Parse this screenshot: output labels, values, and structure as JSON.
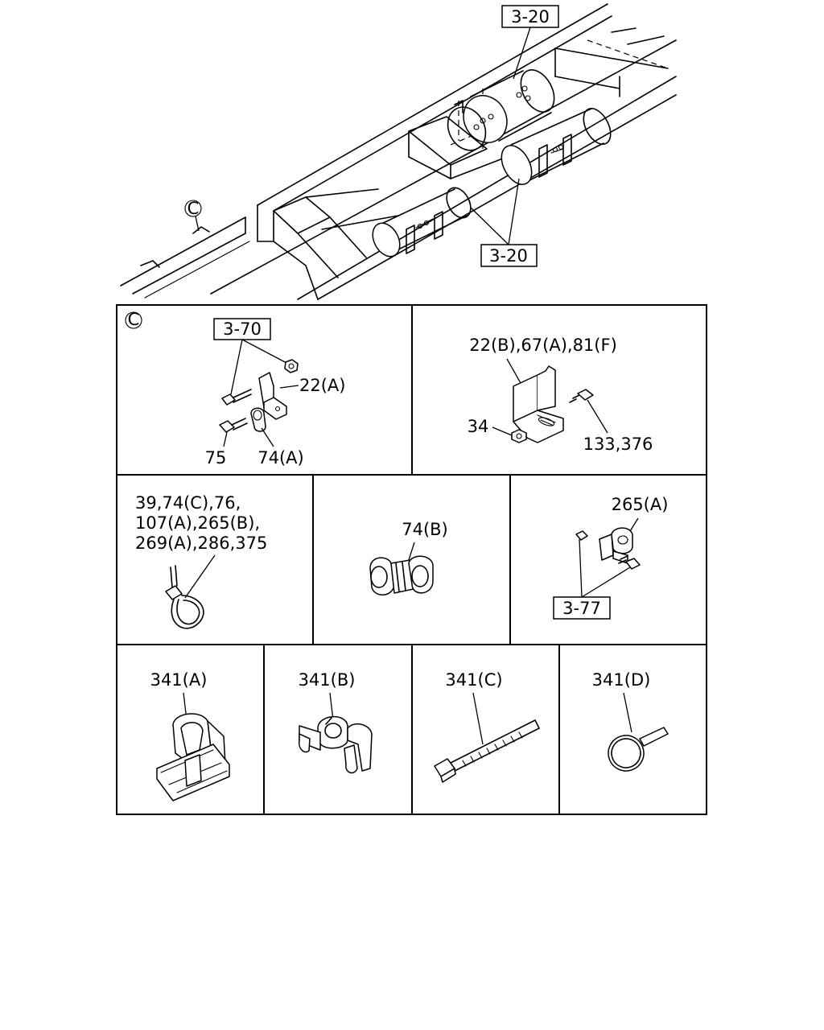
{
  "overview": {
    "callout_c": "C",
    "ref_top": "3-20",
    "ref_bottom": "3-20"
  },
  "panel_c": {
    "marker": "C",
    "ref_box": "3-70",
    "label_bracket": "22(A)",
    "label_bolt": "75",
    "label_clip": "74(A)"
  },
  "panel_bracket": {
    "label_bracket": "22(B),67(A),81(F)",
    "label_nut": "34",
    "label_bolt": "133,376"
  },
  "panel_tie": {
    "line1": "39,74(C),76,",
    "line2": "107(A),265(B),",
    "line3": "269(A),286,375"
  },
  "panel_clip_b": {
    "label": "74(B)"
  },
  "panel_clamp": {
    "label": "265(A)",
    "ref_box": "3-77"
  },
  "bottom_row": {
    "a": "341(A)",
    "b": "341(B)",
    "c": "341(C)",
    "d": "341(D)"
  }
}
